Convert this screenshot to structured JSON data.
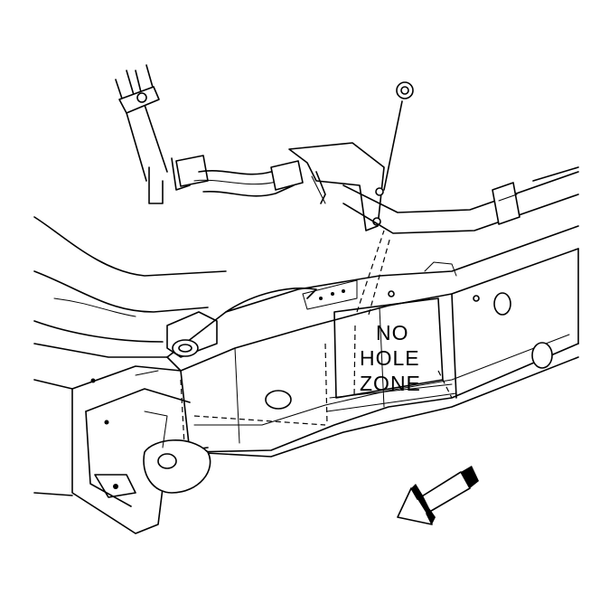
{
  "diagram": {
    "label_lines": [
      "NO",
      "HOLE",
      "ZONE"
    ]
  },
  "icons": {
    "direction_arrow": "forward-arrow-icon",
    "callout_fastener": "fastener-callout-icon"
  },
  "colors": {
    "line": "#000000",
    "background": "#ffffff"
  }
}
